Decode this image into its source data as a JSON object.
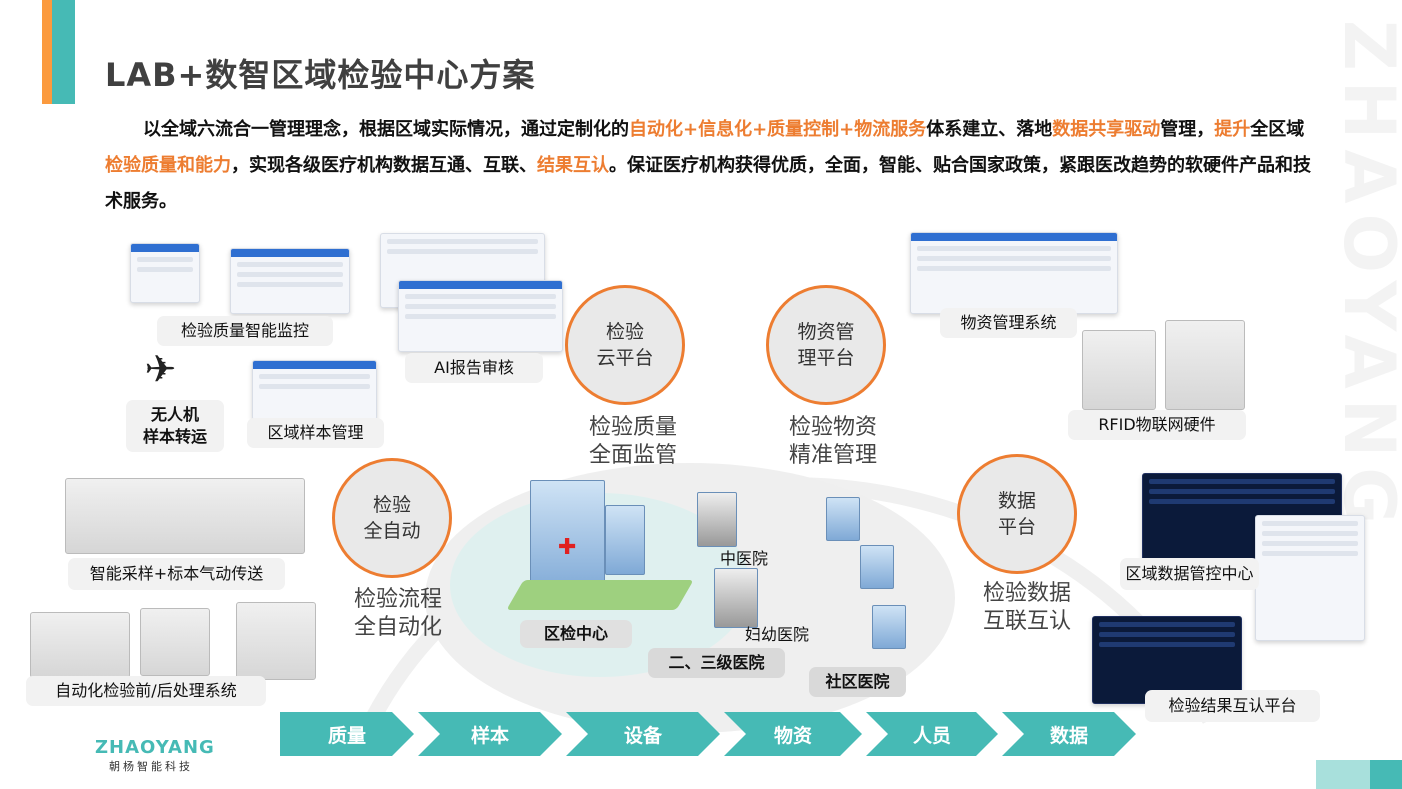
{
  "title": "LAB+数智区域检验中心方案",
  "paragraph": {
    "s1": "以全域六流合一管理理念，根据区域实际情况，通过定制化的",
    "h1": "自动化+信息化+质量控制+物流服务",
    "s2": "体系建立、落地",
    "h2": "数据共享驱动",
    "s3": "管理，",
    "h3": "提升",
    "s4": "全区域",
    "h4": "检验质量和能力",
    "s5": "，实现各级医疗机构数据互通、互联、",
    "h5": "结果互认",
    "s6": "。保证医疗机构获得优质，全面，智能、贴合国家政策，紧跟医改趋势的软硬件产品和技术服务。"
  },
  "platforms": [
    {
      "circle": "检验\n云平台",
      "sub": "检验质量\n全面监管"
    },
    {
      "circle": "物资管\n理平台",
      "sub": "检验物资\n精准管理"
    },
    {
      "circle": "检验\n全自动",
      "sub": "检验流程\n全自动化"
    },
    {
      "circle": "数据\n平台",
      "sub": "检验数据\n互联互认"
    }
  ],
  "labels": {
    "quality_monitor": "检验质量智能监控",
    "ai_review": "AI报告审核",
    "drone": "无人机\n样本转运",
    "sample_mgmt": "区域样本管理",
    "material_system": "物资管理系统",
    "rfid": "RFID物联网硬件",
    "sampling": "智能采样+标本气动传送",
    "data_center": "区域数据管控中心",
    "automation": "自动化检验前/后处理系统",
    "result_platform": "检验结果互认平台"
  },
  "hospitals": {
    "center": "区检中心",
    "tcm": "中医院",
    "maternal": "妇幼医院",
    "tier23": "二、三级医院",
    "community": "社区医院"
  },
  "flow": [
    "质量",
    "样本",
    "设备",
    "物资",
    "人员",
    "数据"
  ],
  "logo": {
    "text": "ZHAOYANG",
    "sub": "朝杨智能科技"
  },
  "watermark": "ZHAOYANG",
  "colors": {
    "accent_orange": "#ed7d31",
    "teal": "#46bab5",
    "bar_orange": "#fb9a3e"
  }
}
